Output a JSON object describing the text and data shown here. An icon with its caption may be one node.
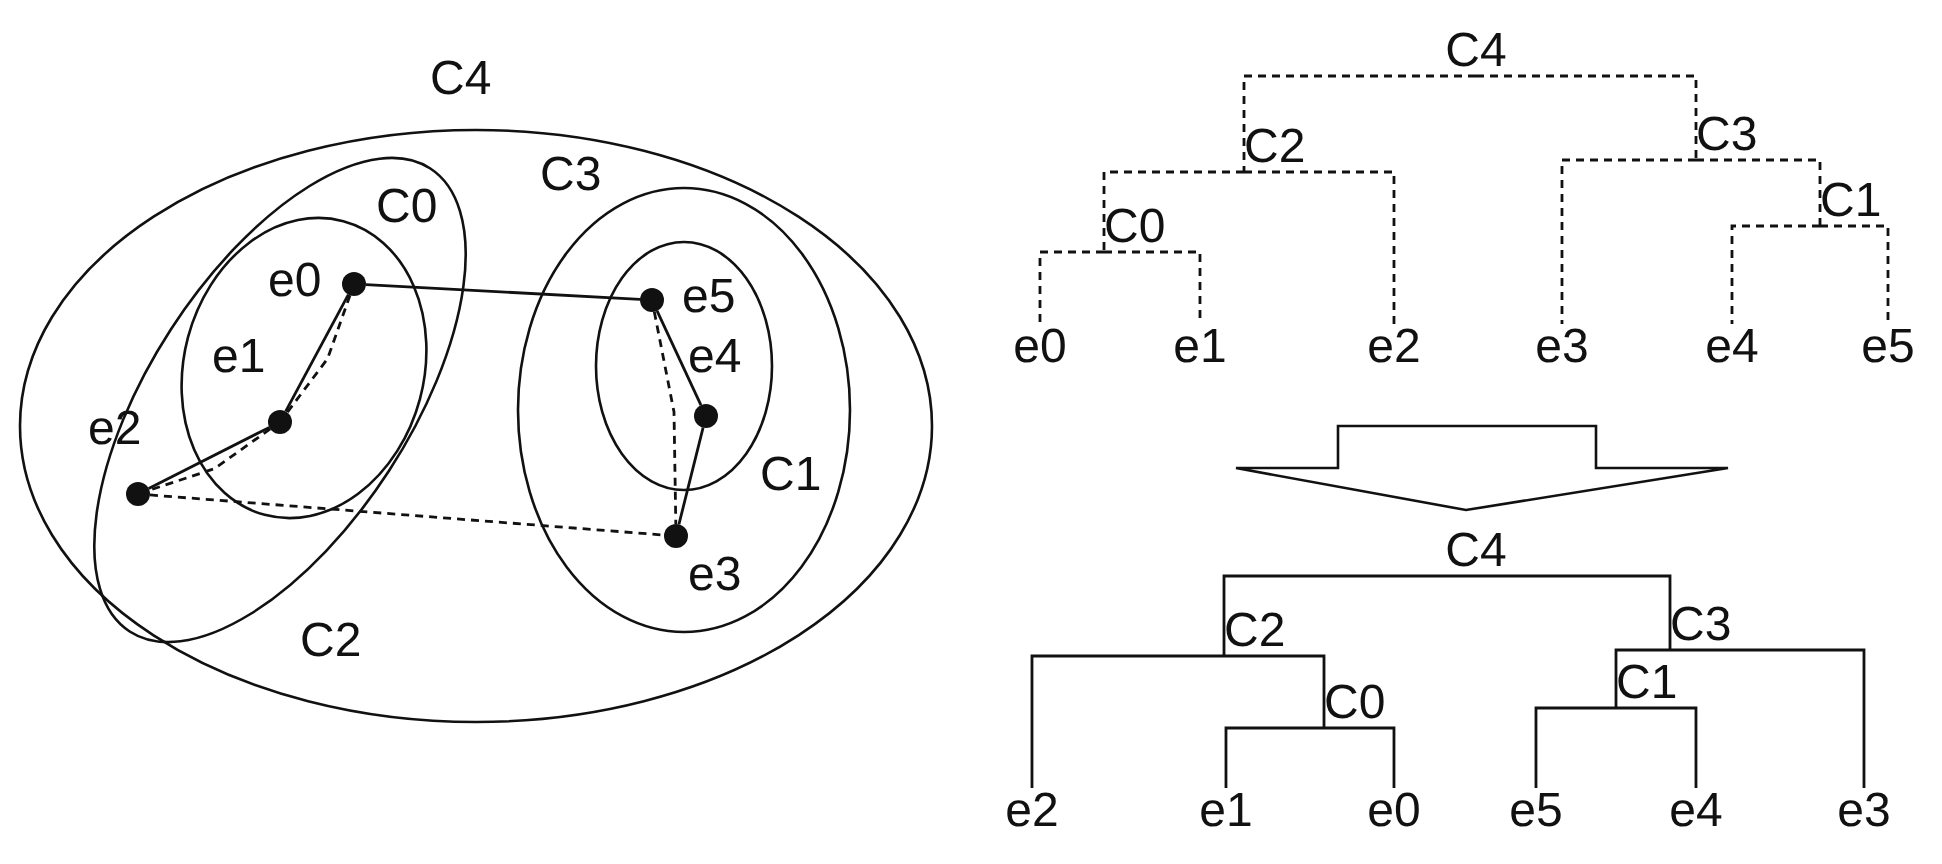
{
  "diagram": {
    "nodes": [
      {
        "text": [
          "C4"
        ]
      },
      {
        "text": [
          "C2"
        ],
        "in": 0
      },
      {
        "text": [
          "C0"
        ],
        "in": 1
      },
      {
        "text": [],
        "shape": "circle",
        "beside": [
          "e0"
        ],
        "in": 2
      },
      {
        "text": [],
        "shape": "circle",
        "beside": [
          "e1"
        ],
        "in": 2
      },
      {
        "text": [],
        "shape": "circle",
        "beside": [
          "e2"
        ],
        "in": 1
      },
      {
        "text": [
          "C3"
        ],
        "in": 0
      },
      {
        "text": [
          "C1"
        ],
        "in": 6
      },
      {
        "text": [],
        "shape": "circle",
        "beside": [
          "e5"
        ],
        "in": 7
      },
      {
        "text": [],
        "shape": "circle",
        "beside": [
          "e4"
        ],
        "in": 7
      },
      {
        "text": [],
        "shape": "circle",
        "beside": [
          "e3"
        ],
        "in": 6
      },
      {
        "text": [
          "C4"
        ]
      },
      {
        "text": [
          "C2"
        ]
      },
      {
        "text": [
          "C3"
        ]
      },
      {
        "text": [
          "C0"
        ]
      },
      {
        "text": [
          "C1"
        ]
      },
      {
        "text": [
          "e0"
        ]
      },
      {
        "text": [
          "e1"
        ]
      },
      {
        "text": [
          "e2"
        ]
      },
      {
        "text": [
          "e3"
        ]
      },
      {
        "text": [
          "e4"
        ]
      },
      {
        "text": [
          "e5"
        ]
      },
      {
        "text": [
          "C4"
        ]
      },
      {
        "text": [
          "C2"
        ]
      },
      {
        "text": [
          "C3"
        ]
      },
      {
        "text": [
          "C0"
        ]
      },
      {
        "text": [
          "C1"
        ]
      },
      {
        "text": [
          "e2"
        ]
      },
      {
        "text": [
          "e1"
        ]
      },
      {
        "text": [
          "e0"
        ]
      },
      {
        "text": [
          "e5"
        ]
      },
      {
        "text": [
          "e4"
        ]
      },
      {
        "text": [
          "e3"
        ]
      }
    ],
    "edges": [
      {
        "from": 3,
        "to": 8,
        "arrow": "none"
      },
      {
        "from": 3,
        "to": 4,
        "arrow": "none"
      },
      {
        "from": 4,
        "to": 5,
        "arrow": "none"
      },
      {
        "from": 3,
        "to": 4,
        "arrow": "none",
        "style": "dashed"
      },
      {
        "from": 4,
        "to": 5,
        "arrow": "none",
        "style": "dashed"
      },
      {
        "from": 5,
        "to": 10,
        "arrow": "none",
        "style": "dashed"
      },
      {
        "from": 8,
        "to": 9,
        "arrow": "none"
      },
      {
        "from": 9,
        "to": 10,
        "arrow": "none"
      },
      {
        "from": 8,
        "to": 10,
        "arrow": "none",
        "style": "dashed"
      },
      {
        "from": 11,
        "to": 12,
        "arrow": "none",
        "style": "dashed"
      },
      {
        "from": 11,
        "to": 13,
        "arrow": "none",
        "style": "dashed"
      },
      {
        "from": 12,
        "to": 14,
        "arrow": "none",
        "style": "dashed"
      },
      {
        "from": 12,
        "to": 18,
        "arrow": "none",
        "style": "dashed"
      },
      {
        "from": 14,
        "to": 16,
        "arrow": "none",
        "style": "dashed"
      },
      {
        "from": 14,
        "to": 17,
        "arrow": "none",
        "style": "dashed"
      },
      {
        "from": 13,
        "to": 19,
        "arrow": "none",
        "style": "dashed"
      },
      {
        "from": 13,
        "to": 15,
        "arrow": "none",
        "style": "dashed"
      },
      {
        "from": 15,
        "to": 20,
        "arrow": "none",
        "style": "dashed"
      },
      {
        "from": 15,
        "to": 21,
        "arrow": "none",
        "style": "dashed"
      },
      {
        "from": 22,
        "to": 23,
        "arrow": "none"
      },
      {
        "from": 22,
        "to": 24,
        "arrow": "none"
      },
      {
        "from": 23,
        "to": 27,
        "arrow": "none"
      },
      {
        "from": 23,
        "to": 25,
        "arrow": "none"
      },
      {
        "from": 25,
        "to": 28,
        "arrow": "none"
      },
      {
        "from": 25,
        "to": 29,
        "arrow": "none"
      },
      {
        "from": 24,
        "to": 26,
        "arrow": "none"
      },
      {
        "from": 24,
        "to": 32,
        "arrow": "none"
      },
      {
        "from": 26,
        "to": 30,
        "arrow": "none"
      },
      {
        "from": 26,
        "to": 31,
        "arrow": "none"
      }
    ]
  }
}
